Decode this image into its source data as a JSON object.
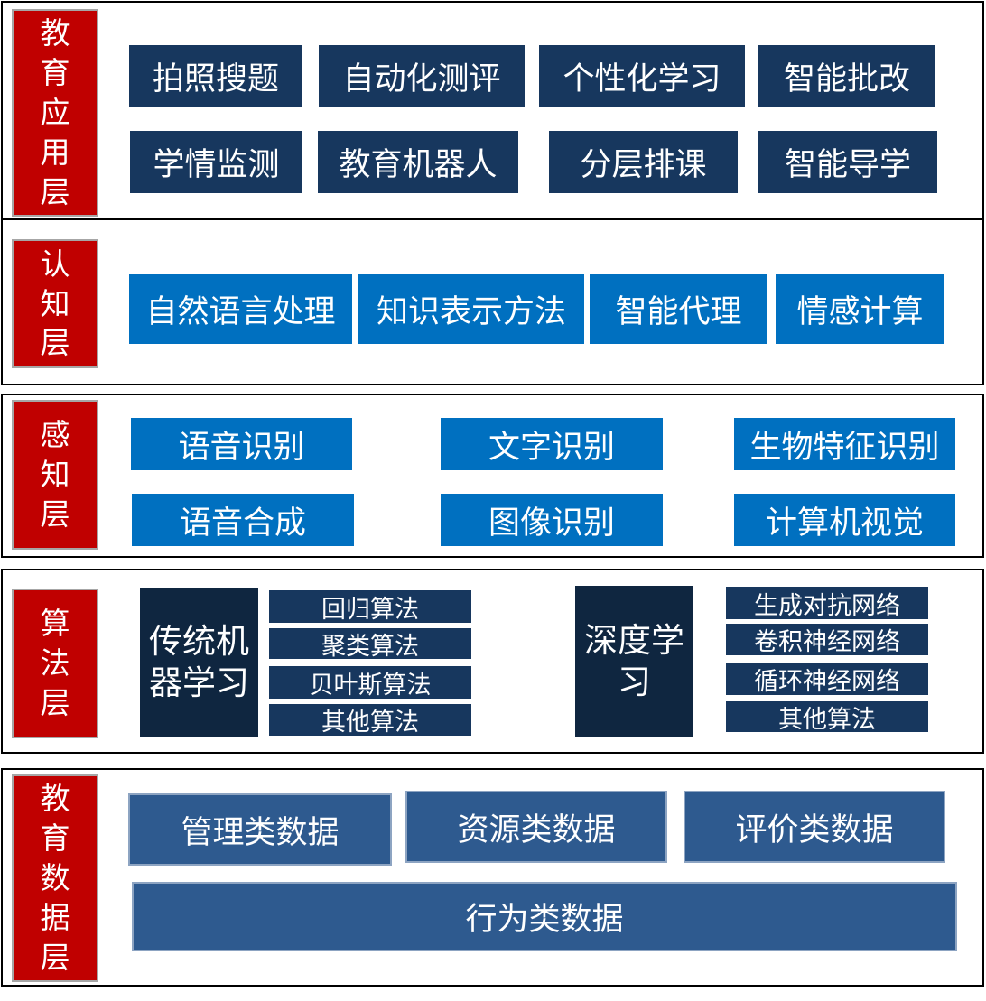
{
  "application_layer": {
    "label": "教育应用层",
    "items": [
      "拍照搜题",
      "自动化测评",
      "个性化学习",
      "智能批改",
      "学情监测",
      "教育机器人",
      "分层排课",
      "智能导学"
    ]
  },
  "cognition_layer": {
    "label": "认知层",
    "items": [
      "自然语言处理",
      "知识表示方法",
      "智能代理",
      "情感计算"
    ]
  },
  "perception_layer": {
    "label": "感知层",
    "items": [
      "语音识别",
      "文字识别",
      "生物特征识别",
      "语音合成",
      "图像识别",
      "计算机视觉"
    ]
  },
  "algorithm_layer": {
    "label": "算法层",
    "traditional": {
      "title": "传统机器学习",
      "items": [
        "回归算法",
        "聚类算法",
        "贝叶斯算法",
        "其他算法"
      ]
    },
    "deep": {
      "title": "深度学习",
      "items": [
        "生成对抗网络",
        "卷积神经网络",
        "循环神经网络",
        "其他算法"
      ]
    }
  },
  "data_layer": {
    "label": "教育数据层",
    "items": [
      "管理类数据",
      "资源类数据",
      "评价类数据",
      "行为类数据"
    ]
  },
  "colors": {
    "label_red": "#c00000",
    "navy": "#17375e",
    "blue": "#0070c0",
    "steel": "#2e5a8f"
  }
}
